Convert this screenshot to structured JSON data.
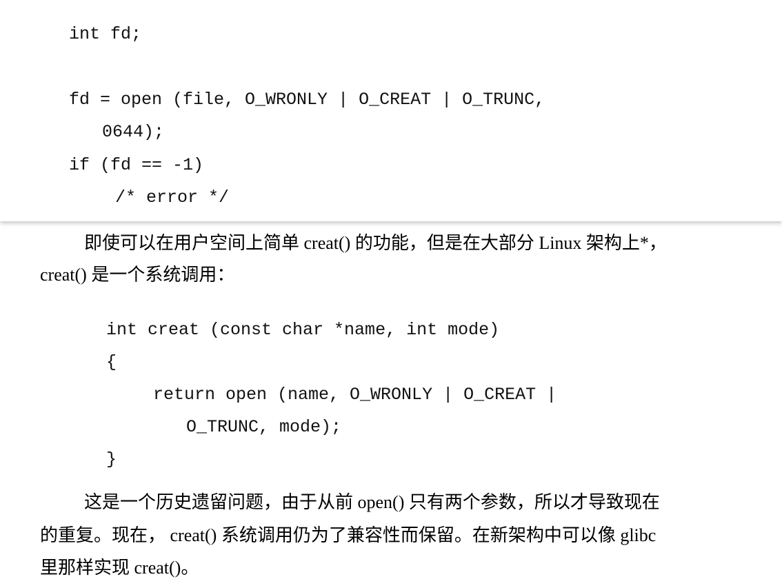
{
  "top_page": {
    "code_lines": [
      "int fd;",
      "fd = open (file, O_WRONLY | O_CREAT | O_TRUNC,",
      "0644);",
      "if (fd == -1)",
      "/* error */"
    ]
  },
  "bottom_page": {
    "paragraph1": {
      "line1": "即使可以在用户空间上简单 creat() 的功能，但是在大部分 Linux 架构上*，",
      "line2": "creat() 是一个系统调用："
    },
    "code_lines": [
      "int creat (const char *name, int mode)",
      "{",
      "return open (name, O_WRONLY | O_CREAT |",
      "O_TRUNC, mode);",
      "}"
    ],
    "paragraph2": {
      "line1": "这是一个历史遗留问题，由于从前 open() 只有两个参数，所以才导致现在",
      "line2": "的重复。现在， creat() 系统调用仍为了兼容性而保留。在新架构中可以像 glibc",
      "line3": "里那样实现 creat()。"
    }
  }
}
